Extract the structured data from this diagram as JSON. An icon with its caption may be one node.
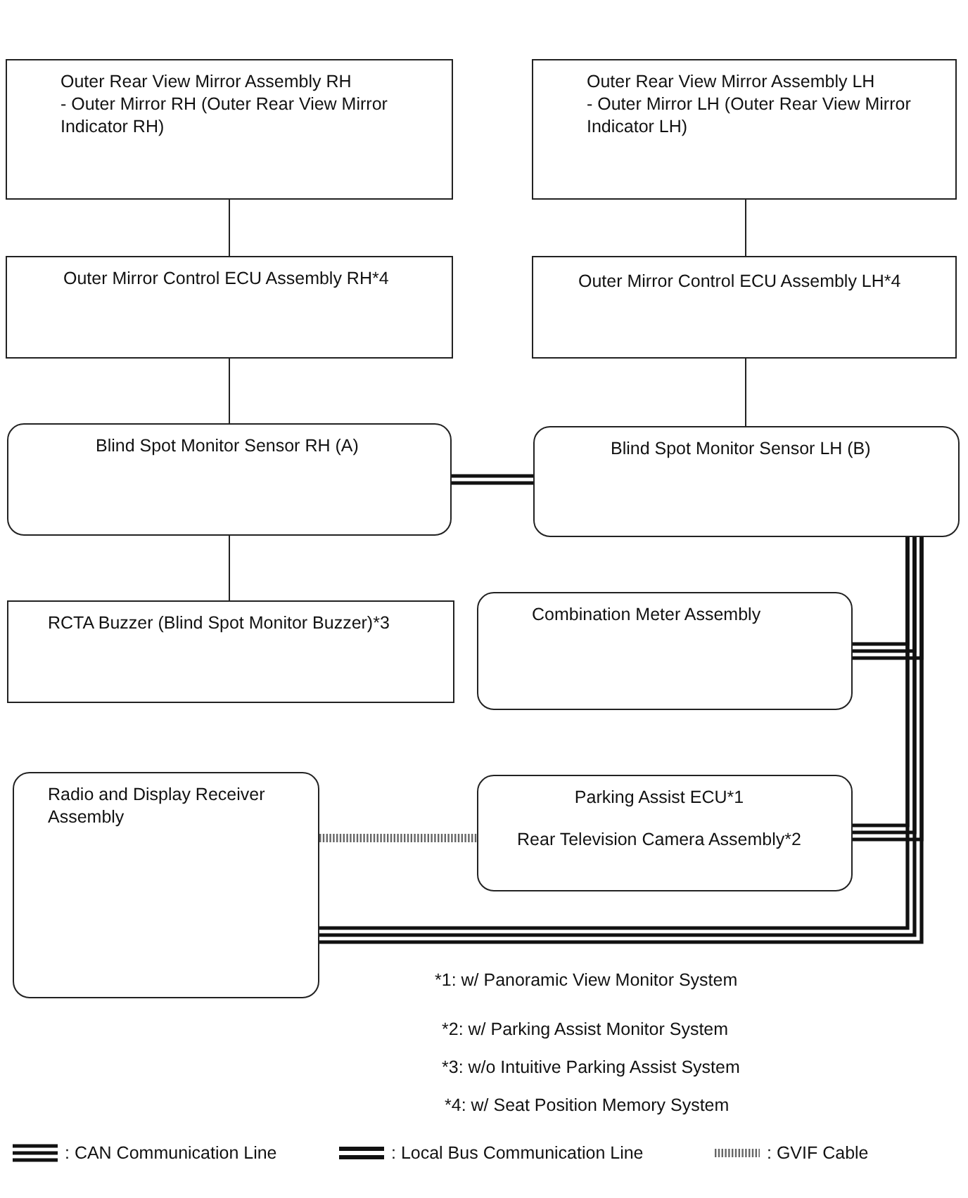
{
  "diagram": {
    "nodes": [
      {
        "text": [
          "Outer Rear View Mirror Assembly RH",
          "- Outer Mirror RH (Outer Rear View Mirror Indicator RH)"
        ]
      },
      {
        "text": [
          "Outer Rear View Mirror Assembly LH",
          "- Outer Mirror LH (Outer Rear View Mirror Indicator LH)"
        ]
      },
      {
        "text": [
          "Outer Mirror Control ECU Assembly RH*4"
        ]
      },
      {
        "text": [
          "Outer Mirror Control ECU Assembly LH*4"
        ]
      },
      {
        "text": [
          "Blind Spot Monitor Sensor RH (A)"
        ]
      },
      {
        "text": [
          "Blind Spot Monitor Sensor LH (B)"
        ]
      },
      {
        "text": [
          "RCTA Buzzer (Blind Spot Monitor Buzzer)*3"
        ]
      },
      {
        "text": [
          "Combination Meter Assembly"
        ]
      },
      {
        "text": [
          "Parking Assist ECU*1",
          "Rear Television Camera Assembly*2"
        ]
      },
      {
        "text": [
          "Radio and Display Receiver Assembly"
        ]
      }
    ],
    "edges": [
      {
        "from": 0,
        "to": 2,
        "arrow": "none"
      },
      {
        "from": 1,
        "to": 3,
        "arrow": "none"
      },
      {
        "from": 2,
        "to": 4,
        "arrow": "none"
      },
      {
        "from": 3,
        "to": 5,
        "arrow": "none"
      },
      {
        "from": 4,
        "to": 6,
        "arrow": "none"
      },
      {
        "from": 4,
        "to": 5,
        "arrow": "none",
        "style": "thick"
      },
      {
        "from": 5,
        "to": 7,
        "arrow": "none",
        "style": "thick"
      },
      {
        "from": 5,
        "to": 8,
        "arrow": "none",
        "style": "thick"
      },
      {
        "from": 5,
        "to": 9,
        "arrow": "none",
        "style": "thick"
      },
      {
        "from": 9,
        "to": 8,
        "arrow": "none",
        "style": "dashed"
      }
    ],
    "labels": [
      "*1: w/ Panoramic View Monitor System",
      "*2: w/ Parking Assist Monitor System",
      "*3: w/o Intuitive Parking Assist System",
      "*4: w/ Seat Position Memory System"
    ],
    "legend": [
      {
        "text": ": CAN Communication Line"
      },
      {
        "text": ": Local Bus Communication Line"
      },
      {
        "text": ": GVIF Cable"
      }
    ]
  }
}
